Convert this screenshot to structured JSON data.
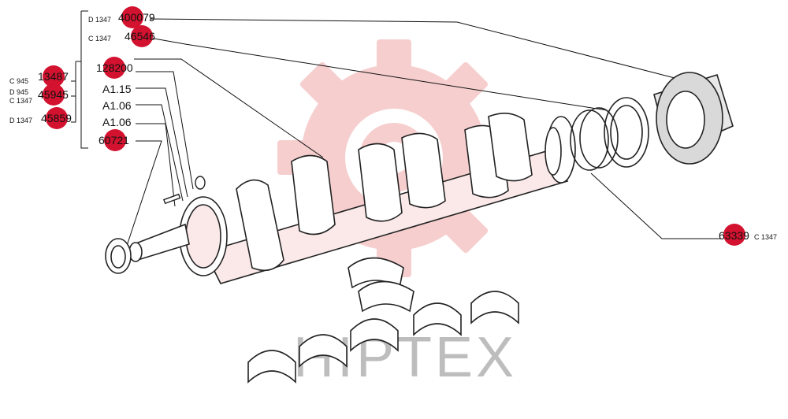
{
  "colors": {
    "marker": "#d3122f",
    "watermark_gear": "#f6c9c9",
    "line": "#111111"
  },
  "watermark": {
    "text": "HIPTEX"
  },
  "callouts": [
    {
      "id": "c1",
      "code": "D 1347",
      "part": "400079"
    },
    {
      "id": "c2",
      "code": "C 1347",
      "part": "46546"
    },
    {
      "id": "c3",
      "code": "",
      "part": "128200"
    },
    {
      "id": "c4",
      "code": "C 945",
      "part": "13487"
    },
    {
      "id": "c5",
      "code": "",
      "part": "A1.15"
    },
    {
      "id": "c6",
      "code": "D 945",
      "part": "45945"
    },
    {
      "id": "c7",
      "code": "C 1347",
      "part": ""
    },
    {
      "id": "c8",
      "code": "",
      "part": "A1.06"
    },
    {
      "id": "c9",
      "code": "D 1347",
      "part": "45859"
    },
    {
      "id": "c10",
      "code": "",
      "part": "A1.06"
    },
    {
      "id": "c11",
      "code": "",
      "part": "60721"
    },
    {
      "id": "c12",
      "code": "C 1347",
      "part": "63339"
    }
  ]
}
